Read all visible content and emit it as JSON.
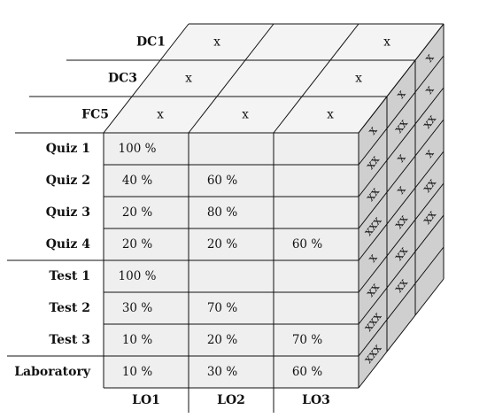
{
  "columns": [
    "LO1",
    "LO2",
    "LO3"
  ],
  "depth_labels": [
    "FC5",
    "DC3",
    "DC1"
  ],
  "rows": [
    {
      "label": "Quiz 1",
      "values": [
        "100 %",
        "",
        ""
      ]
    },
    {
      "label": "Quiz 2",
      "values": [
        "40 %",
        "60 %",
        ""
      ]
    },
    {
      "label": "Quiz 3",
      "values": [
        "20 %",
        "80 %",
        ""
      ]
    },
    {
      "label": "Quiz 4",
      "values": [
        "20 %",
        "20 %",
        "60 %"
      ]
    },
    {
      "label": "Test 1",
      "values": [
        "100 %",
        "",
        ""
      ]
    },
    {
      "label": "Test 2",
      "values": [
        "30 %",
        "70 %",
        ""
      ]
    },
    {
      "label": "Test 3",
      "values": [
        "10 %",
        "20 %",
        "70 %"
      ]
    },
    {
      "label": "Laboratory",
      "values": [
        "10 %",
        "30 %",
        "60 %"
      ]
    }
  ],
  "top_marks": [
    [
      "x",
      "x",
      "x"
    ],
    [
      "x",
      "",
      "x"
    ],
    [
      "x",
      "",
      "x"
    ]
  ],
  "side_marks": [
    [
      "x",
      "x",
      "x"
    ],
    [
      "xx",
      "xx",
      "x"
    ],
    [
      "xx",
      "x",
      "xx"
    ],
    [
      "xxx",
      "x",
      "x"
    ],
    [
      "x",
      "xx",
      "xx"
    ],
    [
      "xx",
      "xx",
      "xx"
    ],
    [
      "xxx",
      "xx",
      ""
    ],
    [
      "xxx",
      "",
      ""
    ]
  ],
  "colors": {
    "front": "#efefef",
    "top": "#f4f4f4",
    "side": "#cfcfcf",
    "line": "#111111"
  }
}
